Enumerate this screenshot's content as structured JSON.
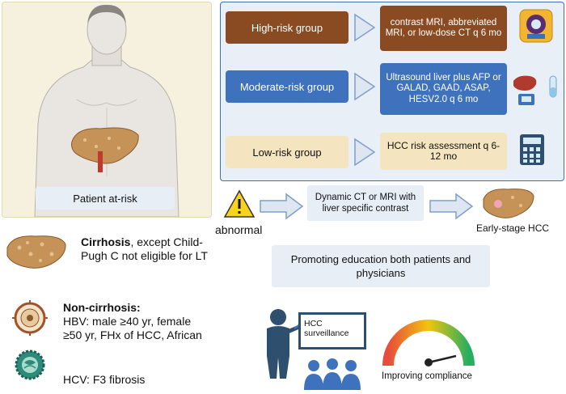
{
  "patient": {
    "label": "Patient at-risk"
  },
  "groups": {
    "high": {
      "label": "High-risk group",
      "surveillance": "contrast MRI, abbreviated MRI, or low-dose CT q 6 mo"
    },
    "moderate": {
      "label": "Moderate-risk group",
      "surveillance": "Ultrasound liver plus AFP or GALAD, GAAD, ASAP, HESV2.0 q 6 mo"
    },
    "low": {
      "label": "Low-risk group",
      "surveillance": "HCC risk assessment q 6-12 mo"
    }
  },
  "workup": {
    "abnormal_label": "abnormal",
    "imaging": "Dynamic CT or MRI with liver specific contrast",
    "outcome": "Early-stage HCC"
  },
  "education": "Promoting education both patients and physicians",
  "compliance": "Improving compliance",
  "board": "HCC surveillance",
  "risk_factors": {
    "cirrhosis_title": "Cirrhosis",
    "cirrhosis_text": ", except Child-Pugh C not eligible for LT",
    "non_cirrhosis_title": "Non-cirrhosis:",
    "hbv_text": "HBV: male ≥40 yr, female ≥50 yr, FHx of HCC, African",
    "hcv_text": "HCV: F3 fibrosis"
  },
  "colors": {
    "high": "#8a4b22",
    "moderate": "#3e72bd",
    "low": "#f4e5c0",
    "panel_border": "#3f6fae",
    "panel_bg": "#e9eff7",
    "patient_bg": "#f6f1df"
  },
  "icons": [
    "mri-scanner-icon",
    "liver-ultrasound-icon",
    "test-tube-icon",
    "calculator-icon",
    "warning-icon",
    "liver-icon",
    "virus-icon",
    "teacher-icon",
    "audience-icon",
    "gauge-icon"
  ]
}
